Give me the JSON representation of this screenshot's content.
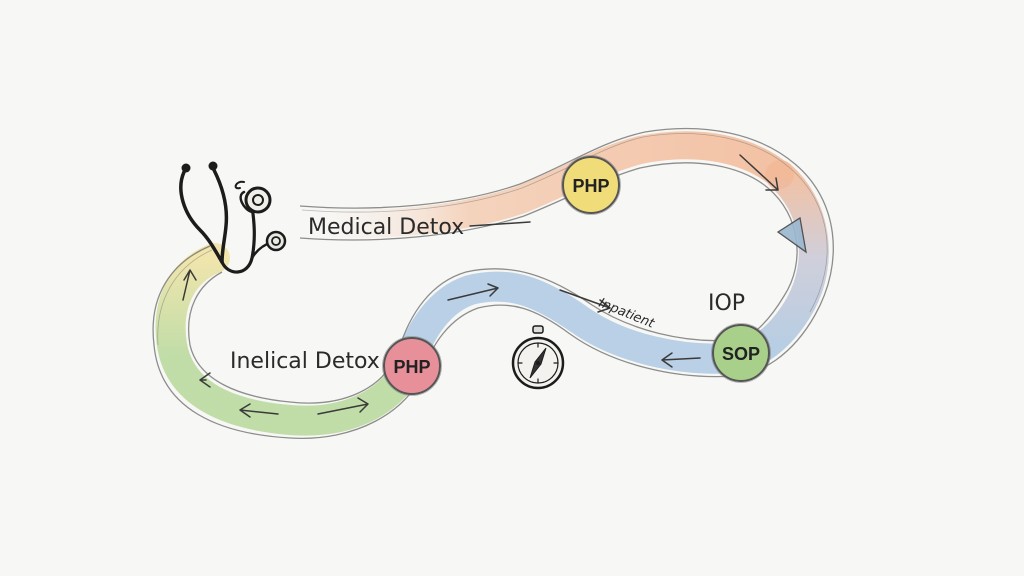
{
  "labels": {
    "medical_detox": "Medical Detox",
    "inelical_detox": "Inelical Detox",
    "iop": "IOP",
    "inpatient": "Inpatient"
  },
  "nodes": {
    "php_top": "PHP",
    "php_bottom": "PHP",
    "sop": "SOP"
  },
  "colors": {
    "php_top": "#f0dc78",
    "php_bottom": "#e8909a",
    "sop": "#a8d08a",
    "band_orange": "#f2b896",
    "band_blue": "#a9c6e2",
    "band_green": "#b7d89a",
    "band_yellow": "#efe2a0",
    "stroke": "#555555"
  },
  "icons": [
    "stethoscope-icon",
    "compass-icon"
  ]
}
